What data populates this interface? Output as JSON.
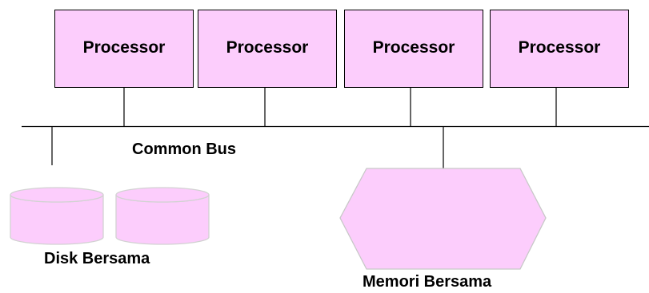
{
  "colors": {
    "processor_fill": "#fccdfc",
    "disk_fill": "#fccdfc",
    "memory_fill": "#fccdfc",
    "disk_stroke": "#d2d2d2",
    "memory_stroke": "#c8c8c8",
    "line": "#000000"
  },
  "processors": [
    {
      "label": "Processor"
    },
    {
      "label": "Processor"
    },
    {
      "label": "Processor"
    },
    {
      "label": "Processor"
    }
  ],
  "bus": {
    "label": "Common Bus"
  },
  "disk": {
    "label": "Disk Bersama"
  },
  "memory": {
    "label": "Memori Bersama"
  }
}
